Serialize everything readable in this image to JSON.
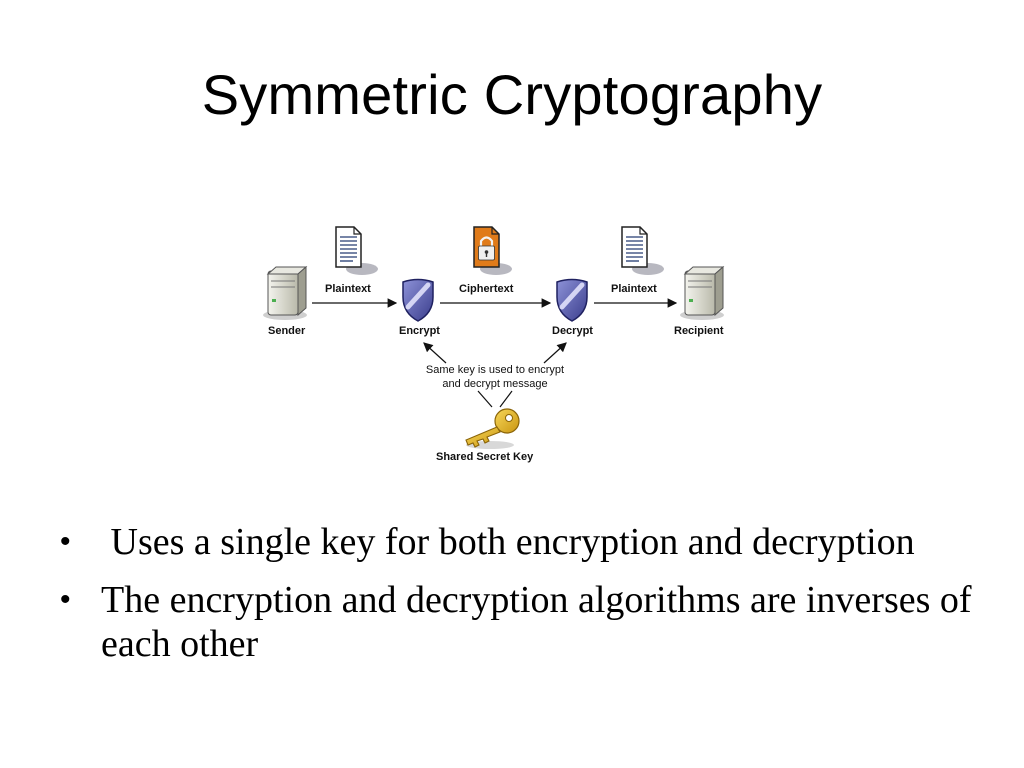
{
  "title": "Symmetric Cryptography",
  "diagram": {
    "nodes": {
      "sender": "Sender",
      "encrypt": "Encrypt",
      "decrypt": "Decrypt",
      "recipient": "Recipient"
    },
    "edges": {
      "plaintext_in": "Plaintext",
      "ciphertext": "Ciphertext",
      "plaintext_out": "Plaintext"
    },
    "key_note_line1": "Same key is used to encrypt",
    "key_note_line2": "and decrypt message",
    "key_label": "Shared Secret Key",
    "icons": {
      "sender": "server-icon",
      "recipient": "server-icon",
      "encrypt": "shield-icon",
      "decrypt": "shield-icon",
      "plaintext_doc": "document-icon",
      "ciphertext_doc": "locked-document-icon",
      "key": "key-icon"
    },
    "colors": {
      "shield": "#5b5fb0",
      "key": "#e2b21a",
      "lock": "#e07b1a",
      "document": "#4a5d8a"
    }
  },
  "bullets": [
    " Uses a single key for both encryption and decryption",
    "The encryption and decryption algorithms are inverses of each other"
  ],
  "bullet_symbol": "•"
}
